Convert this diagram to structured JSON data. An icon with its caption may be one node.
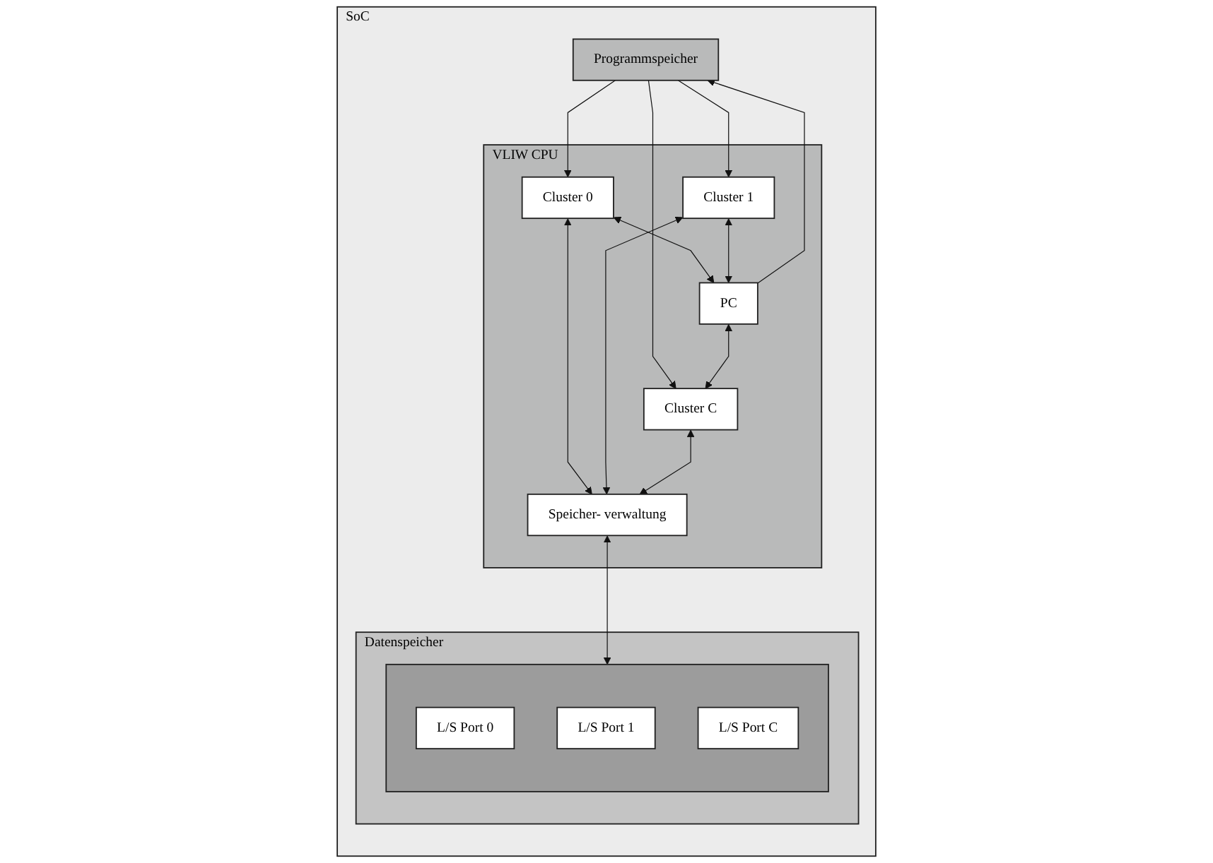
{
  "diagram": {
    "nodes": [
      {
        "text": [
          "SoC"
        ]
      },
      {
        "text": [
          "VLIW CPU"
        ],
        "in": 0
      },
      {
        "text": [
          "Cluster 0"
        ],
        "in": 1
      },
      {
        "text": [
          "Cluster 1"
        ],
        "in": 1
      },
      {
        "text": [
          "PC"
        ],
        "in": 1
      },
      {
        "text": [
          "Cluster C"
        ],
        "in": 1
      },
      {
        "text": [
          "Speicher- verwaltung"
        ],
        "in": 1
      },
      {
        "text": [
          "Programmspeicher"
        ],
        "in": 0
      },
      {
        "text": [
          "Datenspeicher"
        ],
        "in": 0
      },
      {
        "text": [],
        "shape": "box",
        "in": 8
      },
      {
        "text": [
          "L/S Port 0"
        ],
        "in": 9
      },
      {
        "text": [
          "L/S Port 1"
        ],
        "in": 9
      },
      {
        "text": [
          "L/S Port C"
        ],
        "in": 9
      }
    ],
    "edges": [
      {
        "from": 7,
        "to": 2,
        "arrow": "to"
      },
      {
        "from": 7,
        "to": 3,
        "arrow": "to"
      },
      {
        "from": 7,
        "to": 5,
        "arrow": "to"
      },
      {
        "from": 2,
        "to": 4,
        "arrow": "both"
      },
      {
        "from": 3,
        "to": 4,
        "arrow": "both"
      },
      {
        "from": 4,
        "to": 5,
        "arrow": "both"
      },
      {
        "from": 4,
        "to": 7,
        "arrow": "to"
      },
      {
        "from": 2,
        "to": 6,
        "arrow": "both"
      },
      {
        "from": 3,
        "to": 6,
        "arrow": "both"
      },
      {
        "from": 5,
        "to": 6,
        "arrow": "both"
      },
      {
        "from": 6,
        "to": 9,
        "arrow": "both"
      }
    ]
  }
}
